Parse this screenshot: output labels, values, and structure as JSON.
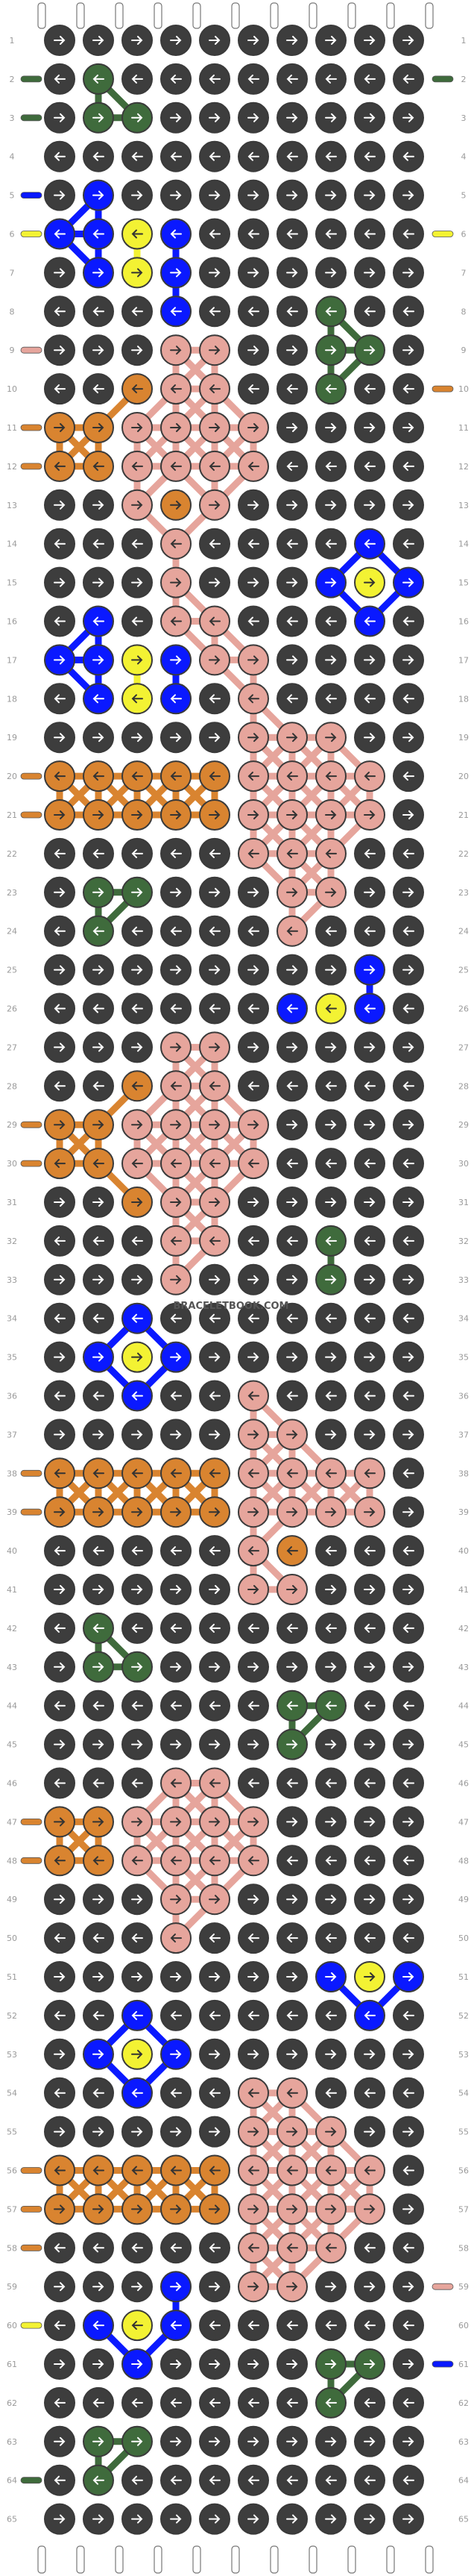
{
  "watermark": "BRACELETBOOK.COM",
  "colors": {
    "background": "#ffffff",
    "knot_outline": "#3a3a3a",
    "arrow": "#ffffff",
    "A": "#3d3d3d",
    "B": "#3f6b3c",
    "C": "#0a19ff",
    "D": "#f3f233",
    "E": "#e6a59c",
    "F": "#d98430"
  },
  "pattern": {
    "rows": 65,
    "columns": 10,
    "row_labels": [
      "1",
      "2",
      "3",
      "4",
      "5",
      "6",
      "7",
      "8",
      "9",
      "10",
      "11",
      "12",
      "13",
      "14",
      "15",
      "16",
      "17",
      "18",
      "19",
      "20",
      "21",
      "22",
      "23",
      "24",
      "25",
      "26",
      "27",
      "28",
      "29",
      "30",
      "31",
      "32",
      "33",
      "34",
      "35",
      "36",
      "37",
      "38",
      "39",
      "40",
      "41",
      "42",
      "43",
      "44",
      "45",
      "46",
      "47",
      "48",
      "49",
      "50",
      "51",
      "52",
      "53",
      "54",
      "55",
      "56",
      "57",
      "58",
      "59",
      "60",
      "61",
      "62",
      "63",
      "64",
      "65"
    ],
    "row_knots": [
      "AAAAAAAAAA",
      "ABAAAAAAAA",
      "ABBAAAAAAA",
      "AAAAAAAAAA",
      "ACAAAAAAAA",
      "CCDCAAAAAA",
      "ACDCAAAAAA",
      "AAACAAABAA",
      "AAAEEAABBA",
      "AAFEEAABAA",
      "FFEEEEAAAA",
      "FFEEEEAAAA",
      "AAEFEAAAAA",
      "AAAEAAAACA",
      "AAAEAAACDC",
      "ACAEEAAACA",
      "CCDCEEAAAA",
      "ACDCAEAAAA",
      "AAAAAEEEAA",
      "FFFFFEEEEA",
      "FFFFFEEEEA",
      "AAAAAEEEAA",
      "ABBAAAEEAA",
      "ABAAAAEAAA",
      "AAAAAAAACA",
      "AAAAAACDCA",
      "AAAEEAAAAA",
      "AAFEEAAAAA",
      "FFEEEEAAAA",
      "FFEEEEAAAA",
      "AAFEEAAAAA",
      "AAAEEAABAA",
      "AAAEAAABAA",
      "AACAAAAAAA",
      "ACDCAAAAAA",
      "AACAAEAAAA",
      "AAAAAEEAAA",
      "FFFFFEEEEA",
      "FFFFFEEEEA",
      "AAAAAEFAAA",
      "AAAAAEEAAA",
      "ABAAAAAAAA",
      "ABBAAAAAAA",
      "AAAAAABBAA",
      "AAAAAABAAA",
      "AAAEEAAAAA",
      "FFEEEEAAAA",
      "FFEEEEAAAA",
      "AAAEEAAAAA",
      "AAAEAAAAAA",
      "AAAAAAACDC",
      "AACAAAAACA",
      "ACDCAAAAAA",
      "AACAAEEAAA",
      "AAAAAEEEAA",
      "FFFFFEEEEA",
      "FFFFFEEEEA",
      "AAAAAEEEAA",
      "AAACAEEAAA",
      "ACDCAAAAAA",
      "AACAAAABBA",
      "AAAAAAABAA",
      "ABBAAAAAAA",
      "ABAAAAAAAA",
      "AAAAAAAAAA"
    ],
    "left_strand_colors": [
      "A",
      "B",
      "B",
      "A",
      "C",
      "D",
      "A",
      "A",
      "E",
      "A",
      "F",
      "F",
      "A",
      "A",
      "A",
      "A",
      "A",
      "A",
      "A",
      "F",
      "F",
      "A",
      "A",
      "A",
      "A",
      "A",
      "A",
      "A",
      "F",
      "F",
      "A",
      "A",
      "A",
      "A",
      "A",
      "A",
      "A",
      "F",
      "F",
      "A",
      "A",
      "A",
      "A",
      "A",
      "A",
      "A",
      "F",
      "F",
      "A",
      "A",
      "A",
      "A",
      "A",
      "A",
      "A",
      "F",
      "F",
      "F",
      "A",
      "D",
      "A",
      "A",
      "A",
      "B",
      "A"
    ],
    "right_strand_colors": [
      "A",
      "B",
      "A",
      "A",
      "A",
      "D",
      "A",
      "A",
      "A",
      "F",
      "A",
      "A",
      "A",
      "A",
      "A",
      "A",
      "A",
      "A",
      "A",
      "A",
      "A",
      "A",
      "A",
      "A",
      "A",
      "A",
      "A",
      "A",
      "A",
      "A",
      "A",
      "A",
      "A",
      "A",
      "A",
      "A",
      "A",
      "A",
      "A",
      "A",
      "A",
      "A",
      "A",
      "A",
      "A",
      "A",
      "A",
      "A",
      "A",
      "A",
      "A",
      "A",
      "A",
      "A",
      "A",
      "A",
      "A",
      "A",
      "E",
      "A",
      "C",
      "A",
      "A",
      "A",
      "A"
    ]
  }
}
